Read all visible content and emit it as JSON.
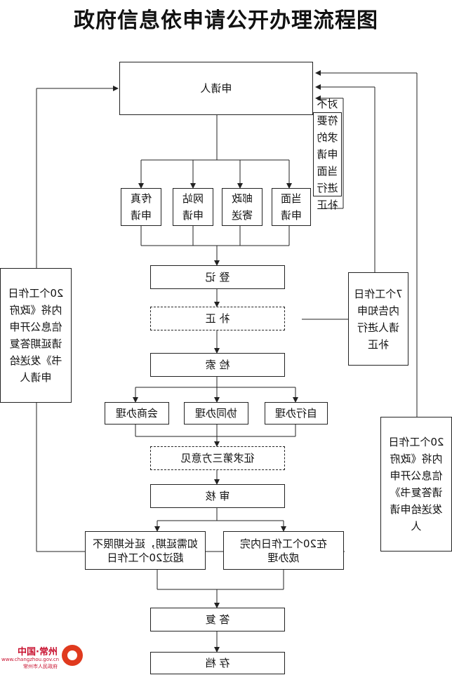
{
  "title": "政府信息依申请公开办理流程图",
  "nodes": {
    "applicant": "申请人",
    "in_person": "当面申请",
    "mail": "邮政寄送",
    "website": "网站申请",
    "fax": "传真申请",
    "register": "登 记",
    "supplement": "补 正",
    "search": "检 索",
    "self_handle": "自行办理",
    "coop_handle": "协同办理",
    "consult_handle": "会商办理",
    "third_party": "征求第三方意见",
    "review": "审 核",
    "within_20": "在20个工作日内完成办理",
    "extension": "如需延期，延长期限不超过20个工作日",
    "reply": "答 复",
    "archive": "存 档"
  },
  "notes": {
    "nonconforming": "对不符要求的申请当面进行补正",
    "notify_7": "7个工作日内告知申请人进行补正",
    "extension_notice": "20个工作日内将《政府信息公开申请延期答复书》发送给申请人",
    "reply_notice": "20个工作日内将《政府信息公开申请答复书》发送给申请人"
  },
  "logo": {
    "name": "中国·常州",
    "url": "www.changzhou.gov.cn",
    "tagline": "常州市人民政府"
  }
}
